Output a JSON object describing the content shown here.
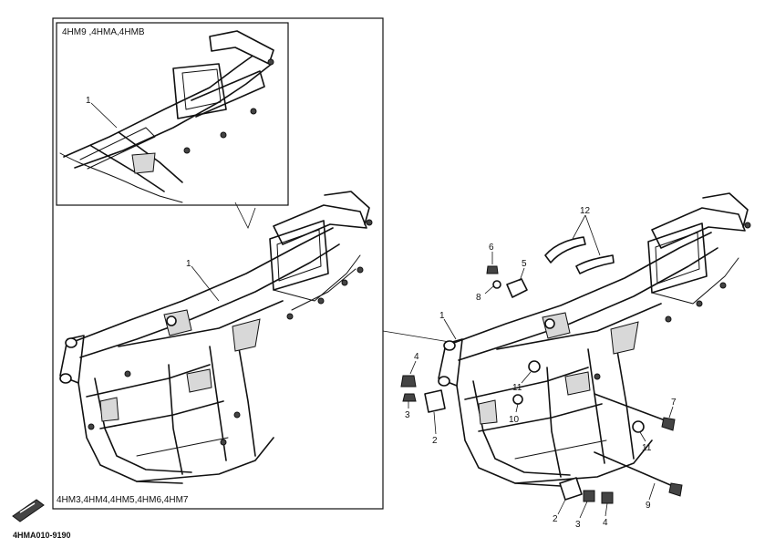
{
  "diagram": {
    "inset_models_top": "4HM9 ,4HMA,4HMB",
    "inset_models_bottom": "4HM3,4HM4,4HM5,4HM6,4HM7",
    "figure_code": "4HMA010-9190",
    "callouts": {
      "inset_top_frame": "1",
      "inset_bottom_frame": "1",
      "main_frame": "1",
      "bracket_left": "2",
      "bracket_bottom": "2",
      "bolt_left": "3",
      "bolt_bottom": "3",
      "nut_left": "4",
      "nut_bottom": "4",
      "plate_top": "5",
      "bolt_top": "6",
      "bolt_right": "7",
      "washer_top": "8",
      "long_bolt": "9",
      "collar_left": "10",
      "grommet_upper": "11",
      "grommet_right": "11",
      "hoses": "12"
    }
  }
}
